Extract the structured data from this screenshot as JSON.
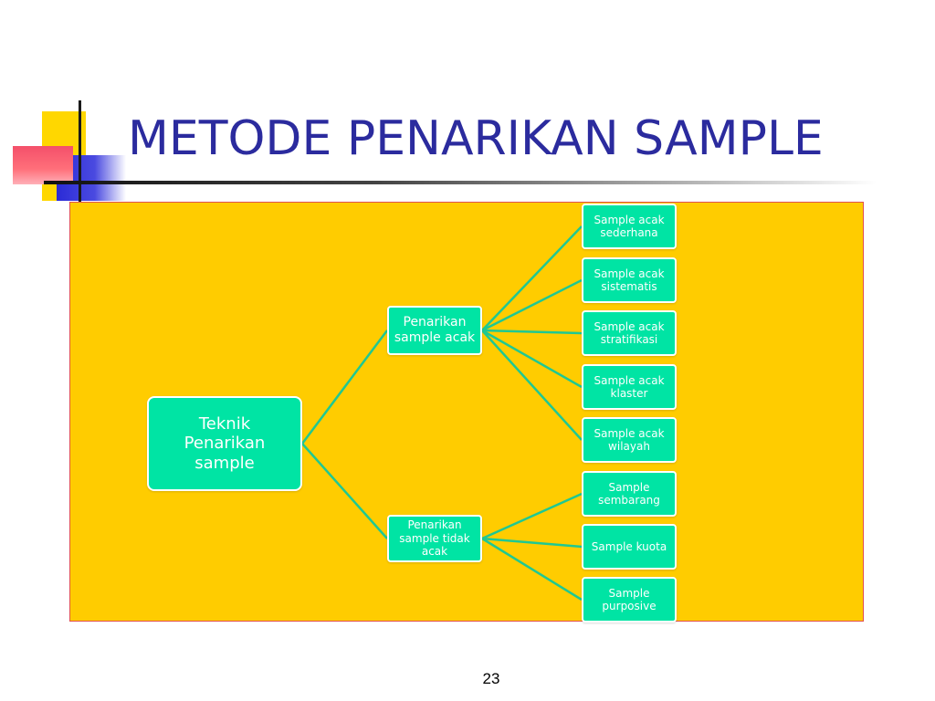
{
  "slide": {
    "title": "METODE PENARIKAN SAMPLE",
    "page_number": "23"
  },
  "colors": {
    "title": "#2b2b9e",
    "panel_background": "#ffcc00",
    "panel_border": "#e05050",
    "node_fill": "#00e4a4",
    "node_text": "#ffffff",
    "connector": "#1fc892"
  },
  "diagram": {
    "root": {
      "label": "Teknik\nPenarikan\nsample"
    },
    "branches": [
      {
        "label": "Penarikan\nsample acak",
        "leaves": [
          "Sample acak\nsederhana",
          "Sample acak\nsistematis",
          "Sample acak\nstratifikasi",
          "Sample acak\nklaster",
          "Sample acak\nwilayah"
        ]
      },
      {
        "label": "Penarikan\nsample tidak\nacak",
        "leaves": [
          "Sample\nsembarang",
          "Sample kuota",
          "Sample\npurposive"
        ]
      }
    ]
  }
}
